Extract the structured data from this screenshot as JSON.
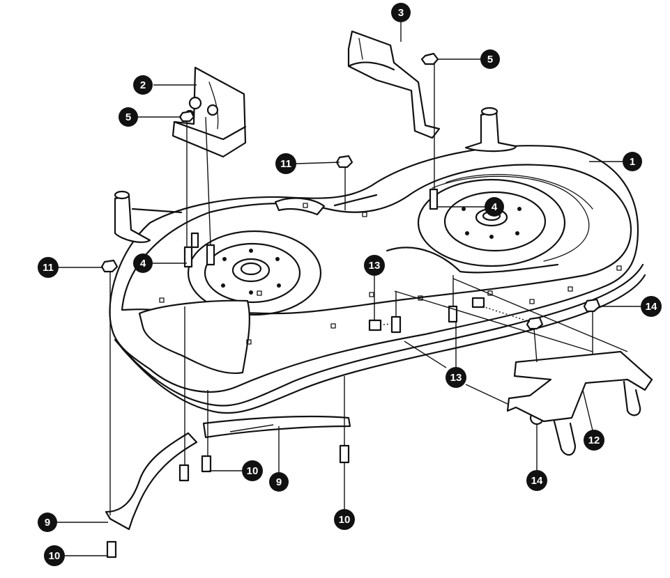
{
  "callouts": [
    {
      "id": "c1",
      "label": "1"
    },
    {
      "id": "c2",
      "label": "2"
    },
    {
      "id": "c3",
      "label": "3"
    },
    {
      "id": "c4a",
      "label": "4"
    },
    {
      "id": "c4b",
      "label": "4"
    },
    {
      "id": "c5a",
      "label": "5"
    },
    {
      "id": "c5b",
      "label": "5"
    },
    {
      "id": "c9a",
      "label": "9"
    },
    {
      "id": "c9b",
      "label": "9"
    },
    {
      "id": "c10a",
      "label": "10"
    },
    {
      "id": "c10b",
      "label": "10"
    },
    {
      "id": "c10c",
      "label": "10"
    },
    {
      "id": "c11a",
      "label": "11"
    },
    {
      "id": "c11b",
      "label": "11"
    },
    {
      "id": "c12",
      "label": "12"
    },
    {
      "id": "c13a",
      "label": "13"
    },
    {
      "id": "c13b",
      "label": "13"
    },
    {
      "id": "c14a",
      "label": "14"
    },
    {
      "id": "c14b",
      "label": "14"
    }
  ],
  "colors": {
    "ink": "#111111",
    "paper": "#ffffff",
    "callout_text": "#ffffff"
  }
}
